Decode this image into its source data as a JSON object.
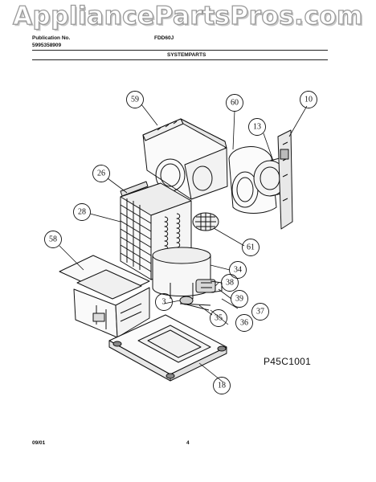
{
  "watermark": "AppliancePartsPros.com",
  "header": {
    "publication_label": "Publication No.",
    "publication_number": "5995358909",
    "model": "FDD60J",
    "section": "SYSTEMPARTS"
  },
  "diagram": {
    "callouts": [
      "59",
      "60",
      "10",
      "13",
      "26",
      "28",
      "58",
      "61",
      "34",
      "38",
      "39",
      "3",
      "37",
      "35",
      "36",
      "18"
    ],
    "figure_code": "P45C1001"
  },
  "footer": {
    "date": "09/01",
    "page": "4"
  }
}
